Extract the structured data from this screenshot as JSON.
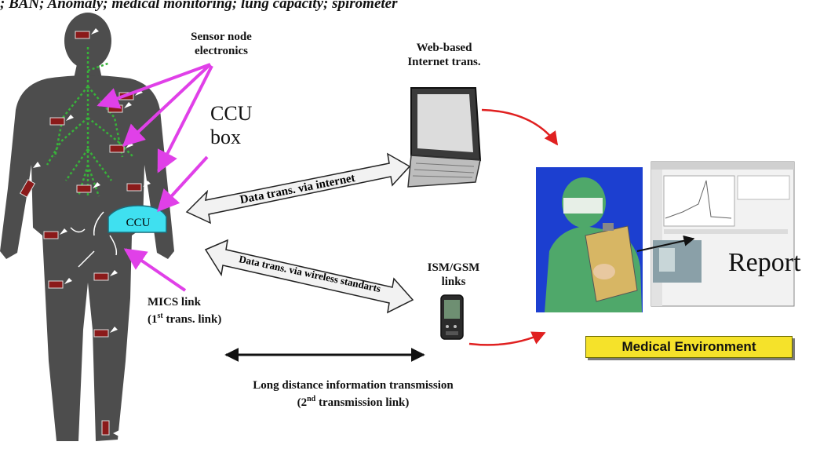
{
  "caption": "; BAN; Anomaly; medical monitoring; lung capacity; spirometer",
  "labels": {
    "sensor_node": [
      "Sensor node",
      "electronics"
    ],
    "ccu_box": [
      "CCU",
      "box"
    ],
    "ccu": "CCU",
    "web_based": [
      "Web-based",
      "Internet trans."
    ],
    "internet_arrow": "Data trans. via internet",
    "wireless_arrow": "Data trans. via wireless standarts",
    "ism_gsm": [
      "ISM/GSM",
      "links"
    ],
    "mics_link": "MICS link",
    "first_trans_prefix": "(1",
    "first_trans_sup": "st",
    "first_trans_suffix": " trans. link)",
    "long_distance": "Long distance information transmission",
    "second_trans_prefix": "(2",
    "second_trans_sup": "nd",
    "second_trans_suffix": " transmission link)",
    "report": "Report",
    "medical_environment": "Medical Environment"
  },
  "colors": {
    "body": "#4d4d4d",
    "nerves": "#38b23a",
    "pointer_arrows": "#e040e8",
    "ccu_fill": "#3fe0f0",
    "red_arrows": "#e02020",
    "badge": "#f5e22a",
    "doctor_bg": "#1c3fd0",
    "scrubs": "#4fa86a"
  }
}
